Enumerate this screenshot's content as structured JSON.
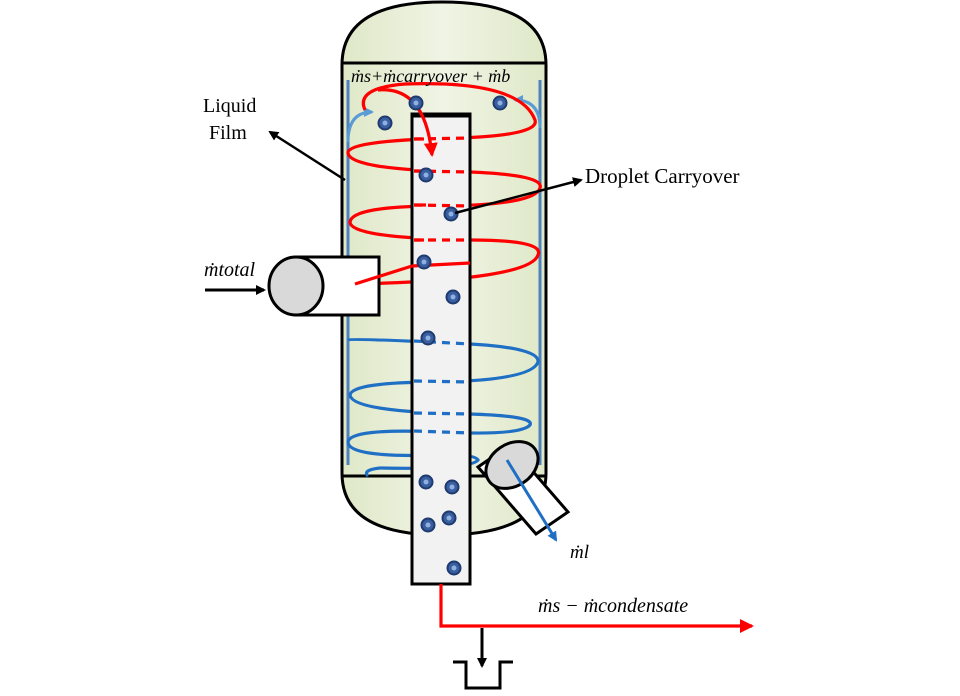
{
  "labels": {
    "liquid_film_line1": "Liquid",
    "liquid_film_line2": "Film",
    "droplet_carryover": "Droplet Carryover",
    "m_total": "ṁtotal",
    "m_top": "ṁs+ṁcarryover + ṁb",
    "m_liquid": "ṁl",
    "m_steam_out": "ṁs − ṁcondensate"
  },
  "colors": {
    "vessel_fill": "#e4ecd2",
    "vessel_stroke": "#000000",
    "inner_tube_fill": "#f2f2f2",
    "hot_spiral": "#ff0000",
    "cold_spiral": "#1f6fc5",
    "liquid_film": "#4f81bd",
    "droplet": "#3a5fa0",
    "inlet_pipe": "#d9d9d9",
    "arrow": "#000000"
  }
}
